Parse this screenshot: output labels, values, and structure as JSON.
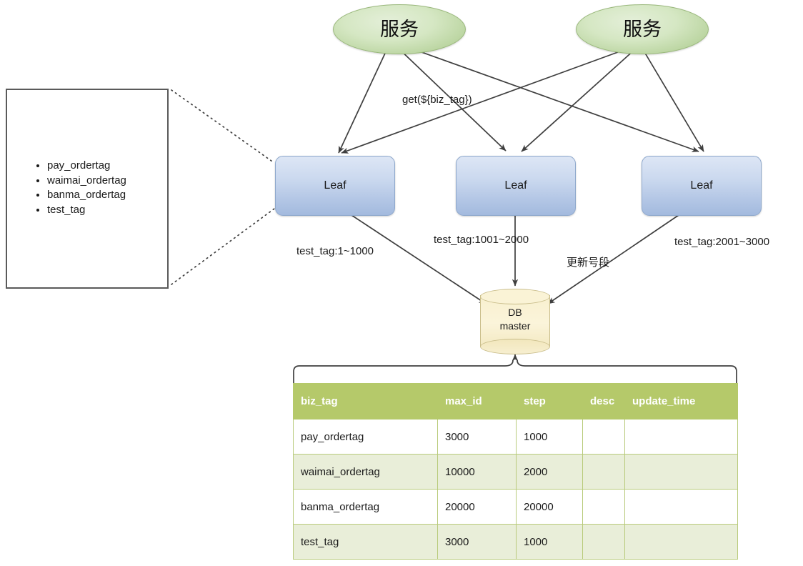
{
  "legend": {
    "items": [
      "pay_ordertag",
      "waimai_ordertag",
      "banma_ordertag",
      "test_tag"
    ]
  },
  "services": [
    {
      "label": "服务"
    },
    {
      "label": "服务"
    }
  ],
  "leaves": [
    {
      "label": "Leaf"
    },
    {
      "label": "Leaf"
    },
    {
      "label": "Leaf"
    }
  ],
  "database": {
    "line1": "DB",
    "line2": "master"
  },
  "edge_labels": {
    "get_request": "get(${biz_tag})",
    "segment_left": "test_tag:1~1000",
    "segment_mid": "test_tag:1001~2000",
    "segment_right": "test_tag:2001~3000",
    "update_segment": "更新号段"
  },
  "table": {
    "columns": [
      "biz_tag",
      "max_id",
      "step",
      "desc",
      "update_time"
    ],
    "rows": [
      {
        "biz_tag": "pay_ordertag",
        "max_id": "3000",
        "step": "1000",
        "desc": "",
        "update_time": ""
      },
      {
        "biz_tag": "waimai_ordertag",
        "max_id": "10000",
        "step": "2000",
        "desc": "",
        "update_time": ""
      },
      {
        "biz_tag": "banma_ordertag",
        "max_id": "20000",
        "step": "20000",
        "desc": "",
        "update_time": ""
      },
      {
        "biz_tag": "test_tag",
        "max_id": "3000",
        "step": "1000",
        "desc": "",
        "update_time": ""
      }
    ]
  },
  "colors": {
    "service_fill": "#cfe3bb",
    "leaf_fill": "#c2d4ec",
    "db_fill": "#f8f0cf",
    "table_header": "#b5c96a",
    "table_row_alt": "#e9eed9",
    "stroke": "#3f3f3f"
  }
}
